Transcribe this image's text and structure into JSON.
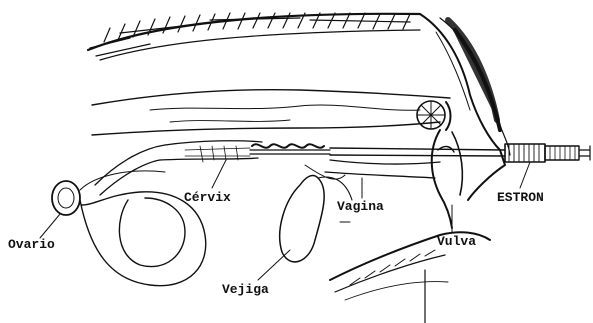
{
  "labels": {
    "cervix": "Cérvix",
    "vagina": "Vagina",
    "ovario": "Ovario",
    "vulva": "Vulva",
    "estron": "ESTRON",
    "vejiga": "Vejiga"
  },
  "colors": {
    "ink": "#111111",
    "background": "#ffffff"
  }
}
